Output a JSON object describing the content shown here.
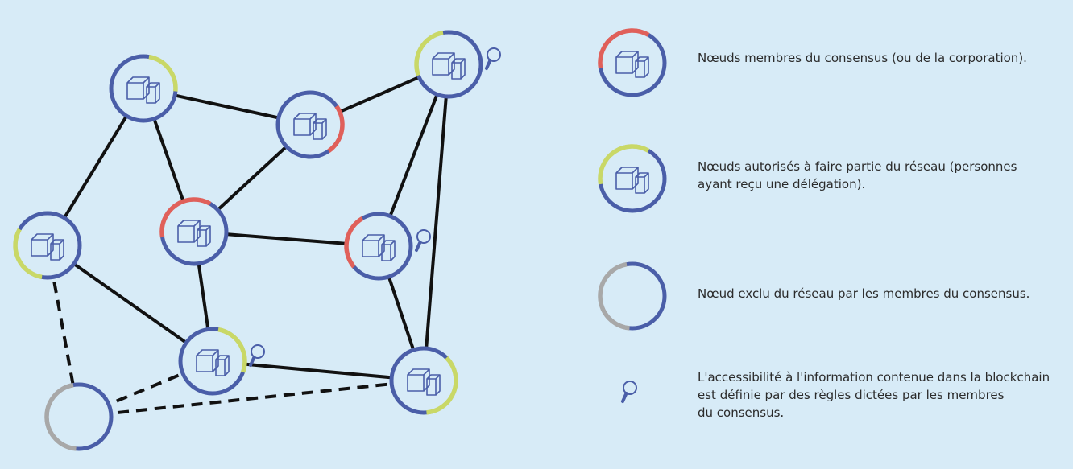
{
  "colors": {
    "background": "#d7ebf7",
    "blue": "#4a5ea8",
    "red": "#e0605a",
    "yellow": "#c9d867",
    "grey": "#a8a8a8",
    "edge": "#111111"
  },
  "network": {
    "nodes": [
      {
        "id": "n1",
        "arc": "yellow",
        "start_deg": -80,
        "end_deg": 5,
        "icon": "blockchain-cubes-icon",
        "magnifier": false
      },
      {
        "id": "n2",
        "arc": "red",
        "start_deg": -35,
        "end_deg": 55,
        "icon": "blockchain-cubes-icon",
        "magnifier": false
      },
      {
        "id": "n3",
        "arc": "yellow",
        "start_deg": 160,
        "end_deg": 260,
        "icon": "blockchain-cubes-icon",
        "magnifier": true
      },
      {
        "id": "n4",
        "arc": "red",
        "start_deg": 170,
        "end_deg": 300,
        "icon": "blockchain-cubes-icon",
        "magnifier": false
      },
      {
        "id": "n5",
        "arc": "yellow",
        "start_deg": 100,
        "end_deg": 210,
        "icon": "blockchain-cubes-icon",
        "magnifier": false
      },
      {
        "id": "n6",
        "arc": "red",
        "start_deg": 140,
        "end_deg": 240,
        "icon": "blockchain-cubes-icon",
        "magnifier": true
      },
      {
        "id": "n7",
        "arc": "yellow",
        "start_deg": -80,
        "end_deg": 20,
        "icon": "blockchain-cubes-icon",
        "magnifier": true
      },
      {
        "id": "n8",
        "arc": "yellow",
        "start_deg": -45,
        "end_deg": 85,
        "icon": "blockchain-cubes-icon",
        "magnifier": false
      },
      {
        "id": "n9",
        "arc": "grey",
        "start_deg": 95,
        "end_deg": 260,
        "icon": "",
        "magnifier": false
      }
    ],
    "edges": [
      {
        "from": "n1",
        "to": "n2",
        "style": "solid"
      },
      {
        "from": "n1",
        "to": "n5",
        "style": "solid"
      },
      {
        "from": "n1",
        "to": "n4",
        "style": "solid"
      },
      {
        "from": "n2",
        "to": "n3",
        "style": "solid"
      },
      {
        "from": "n2",
        "to": "n4",
        "style": "solid"
      },
      {
        "from": "n3",
        "to": "n6",
        "style": "solid"
      },
      {
        "from": "n3",
        "to": "n8",
        "style": "solid"
      },
      {
        "from": "n4",
        "to": "n6",
        "style": "solid"
      },
      {
        "from": "n4",
        "to": "n7",
        "style": "solid"
      },
      {
        "from": "n5",
        "to": "n7",
        "style": "solid"
      },
      {
        "from": "n7",
        "to": "n8",
        "style": "solid"
      },
      {
        "from": "n6",
        "to": "n8",
        "style": "solid"
      },
      {
        "from": "n5",
        "to": "n9",
        "style": "dashed"
      },
      {
        "from": "n7",
        "to": "n9",
        "style": "dashed"
      },
      {
        "from": "n8",
        "to": "n9",
        "style": "dashed"
      }
    ]
  },
  "legend": [
    {
      "key": "consensus",
      "arc": "red",
      "start_deg": 170,
      "end_deg": 300,
      "icon": "blockchain-cubes-icon",
      "text": "Nœuds membres du consensus (ou de la corporation)."
    },
    {
      "key": "authorized",
      "arc": "yellow",
      "start_deg": 170,
      "end_deg": 300,
      "icon": "blockchain-cubes-icon",
      "text": "Nœuds autorisés à faire partie du réseau (personnes\nayant reçu une délégation)."
    },
    {
      "key": "excluded",
      "arc": "grey",
      "start_deg": 95,
      "end_deg": 260,
      "icon": "",
      "text": "Nœud exclu du réseau par les membres du consensus."
    },
    {
      "key": "access",
      "icon": "magnifier-icon",
      "text": "L'accessibilité à l'information contenue dans la blockchain\nest définie par des règles dictées par les membres\ndu consensus."
    }
  ]
}
